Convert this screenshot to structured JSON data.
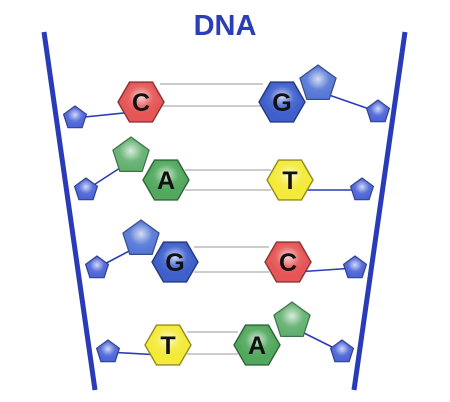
{
  "title": "DNA",
  "colors": {
    "backbone": "#2a3bb8",
    "title": "#2a3fb5",
    "phosphate": "#4b64d8",
    "hbond": "#9a9a9a",
    "base_text": "#111111"
  },
  "base_colors": {
    "A": "#52a85f",
    "T": "#f3ea3a",
    "G": "#3f60cc",
    "C": "#e65656"
  },
  "sugar_colors": {
    "A": "#62b070",
    "G": "#5577d6"
  },
  "rungs": [
    {
      "left": "C",
      "right": "G"
    },
    {
      "left": "A",
      "right": "T"
    },
    {
      "left": "G",
      "right": "C"
    },
    {
      "left": "T",
      "right": "A"
    }
  ]
}
